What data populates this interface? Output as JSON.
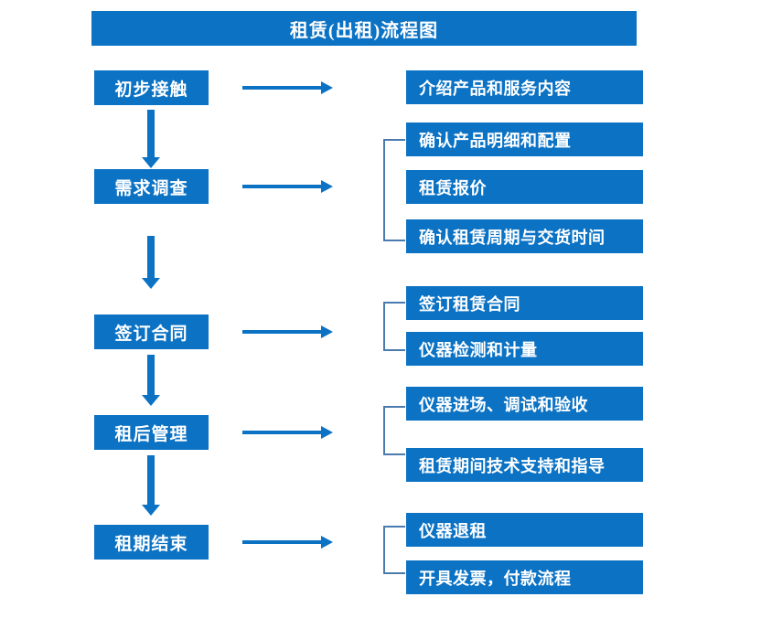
{
  "diagram": {
    "title": "租赁(出租)流程图",
    "colors": {
      "box_fill": "#0B72C4",
      "box_text": "#FFFFFF",
      "arrow": "#0B72C4",
      "bracket": "#4A7AAE",
      "background": "#FFFFFF"
    },
    "stages": [
      {
        "label": "初步接触"
      },
      {
        "label": "需求调查"
      },
      {
        "label": "签订合同"
      },
      {
        "label": "租后管理"
      },
      {
        "label": "租期结束"
      }
    ],
    "detail_groups": [
      {
        "stage": "初步接触",
        "has_bracket": false,
        "items": [
          {
            "label": "介绍产品和服务内容"
          }
        ]
      },
      {
        "stage": "需求调查",
        "has_bracket": true,
        "items": [
          {
            "label": "确认产品明细和配置"
          },
          {
            "label": "租赁报价"
          },
          {
            "label": "确认租赁周期与交货时间"
          }
        ]
      },
      {
        "stage": "签订合同",
        "has_bracket": true,
        "items": [
          {
            "label": "签订租赁合同"
          },
          {
            "label": "仪器检测和计量"
          }
        ]
      },
      {
        "stage": "租后管理",
        "has_bracket": true,
        "items": [
          {
            "label": "仪器进场、调试和验收"
          },
          {
            "label": "租赁期间技术支持和指导"
          }
        ]
      },
      {
        "stage": "租期结束",
        "has_bracket": true,
        "items": [
          {
            "label": "仪器退租"
          },
          {
            "label": "开具发票，付款流程"
          }
        ]
      }
    ]
  }
}
